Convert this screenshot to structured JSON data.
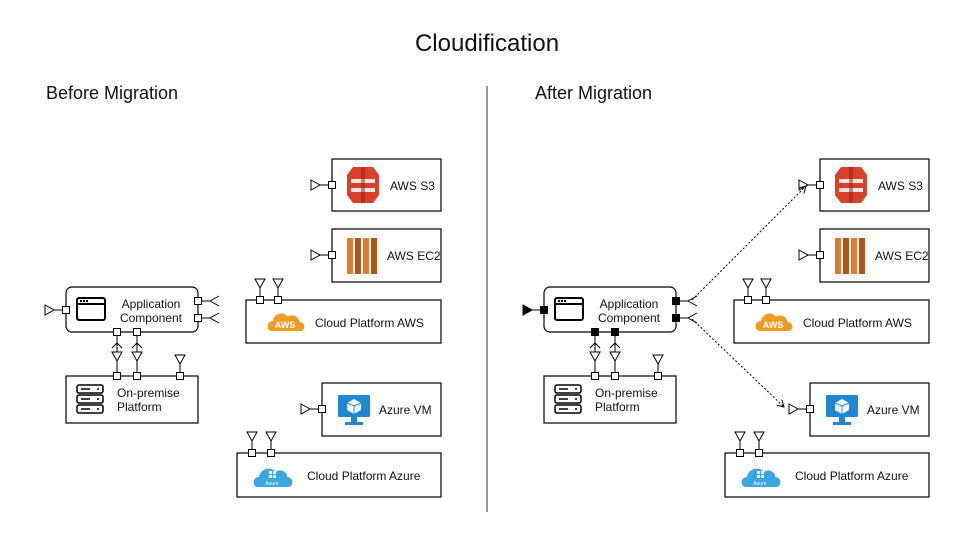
{
  "title": "Cloudification",
  "panels": {
    "before": {
      "heading": "Before Migration",
      "nodes": {
        "s3": "AWS S3",
        "ec2": "AWS EC2",
        "aws_platform": "Cloud Platform AWS",
        "app": [
          "Application",
          "Component"
        ],
        "onprem": [
          "On-premise",
          "Platform"
        ],
        "azure_vm": "Azure VM",
        "azure_platform": "Cloud Platform Azure"
      }
    },
    "after": {
      "heading": "After Migration",
      "nodes": {
        "s3": "AWS S3",
        "ec2": "AWS EC2",
        "aws_platform": "Cloud Platform AWS",
        "app": [
          "Application",
          "Component"
        ],
        "onprem": [
          "On-premise",
          "Platform"
        ],
        "azure_vm": "Azure VM",
        "azure_platform": "Cloud Platform Azure"
      }
    }
  },
  "logos": {
    "aws": "AWS",
    "azure": "Azure"
  },
  "colors": {
    "s3": "#d9412b",
    "ec2": "#e8792b",
    "aws_cloud": "#f39b1f",
    "azure_vm": "#1f88d6",
    "azure_cloud": "#3aa8e0",
    "divider": "#555555"
  },
  "icons": [
    "s3-bucket-icon",
    "ec2-icon",
    "aws-cloud-icon",
    "azure-vm-icon",
    "azure-cloud-icon",
    "app-window-icon",
    "server-stack-icon"
  ]
}
